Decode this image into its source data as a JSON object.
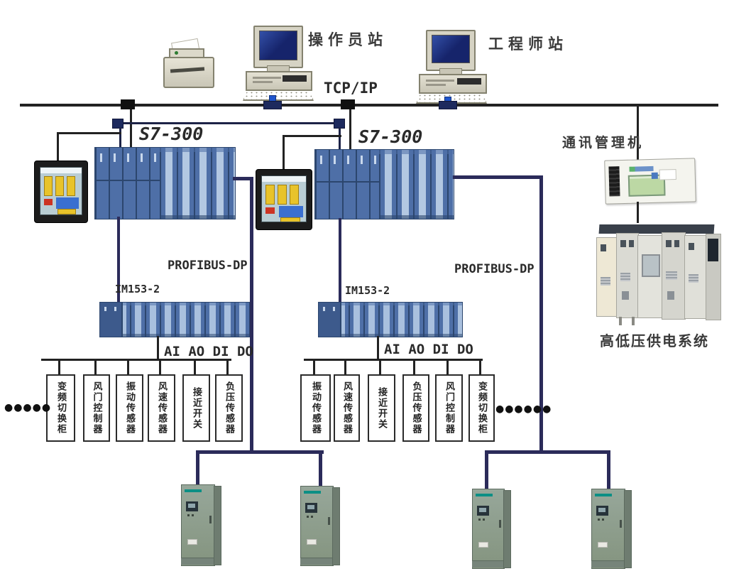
{
  "stations": {
    "operator_label": "操作员站",
    "engineer_label": "工程师站"
  },
  "network": {
    "tcpip_label": "TCP/IP"
  },
  "plc1": {
    "rack_label": "S7-300",
    "fieldbus_label": "PROFIBUS-DP",
    "remote_io_label": "IM153-2",
    "io_label": "AI AO DI DO"
  },
  "plc2": {
    "rack_label": "S7-300",
    "fieldbus_label": "PROFIBUS-DP",
    "remote_io_label": "IM153-2",
    "io_label": "AI AO DI DO"
  },
  "field_devices_left": [
    "变频切换柜",
    "风门控制器",
    "振动传感器",
    "风速传感器",
    "接近开关",
    "负压传感器"
  ],
  "field_devices_right": [
    "振动传感器",
    "风速传感器",
    "接近开关",
    "负压传感器",
    "风门控制器",
    "变频切换柜"
  ],
  "ellipsis_left": "●●●●●",
  "ellipsis_right": "●●●●●●",
  "right_branch": {
    "comm_manager_label": "通讯管理机",
    "power_system_label": "高低压供电系统"
  },
  "colors": {
    "ethernet_bus": "#222222",
    "profibus": "#2b2b5a",
    "drop_cable": "#1f55cc",
    "rack_body": "#4e6fa7",
    "rack_stripe": "#b3c8e2"
  }
}
